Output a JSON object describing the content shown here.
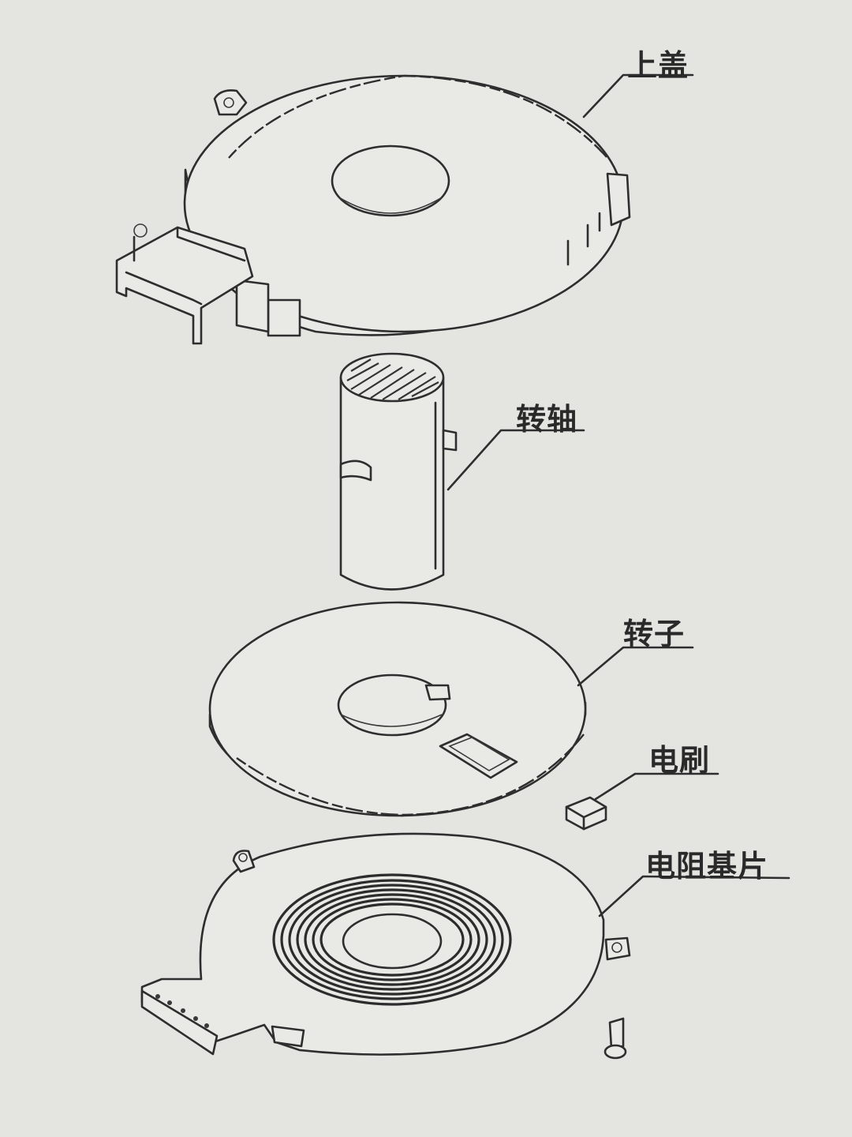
{
  "labels": {
    "top_cover": "上盖",
    "shaft": "转轴",
    "rotor": "转子",
    "brush": "电刷",
    "resistor_base": "电阻基片"
  },
  "colors": {
    "paper": "#e4e4e1",
    "ink": "#2e2e2e"
  }
}
